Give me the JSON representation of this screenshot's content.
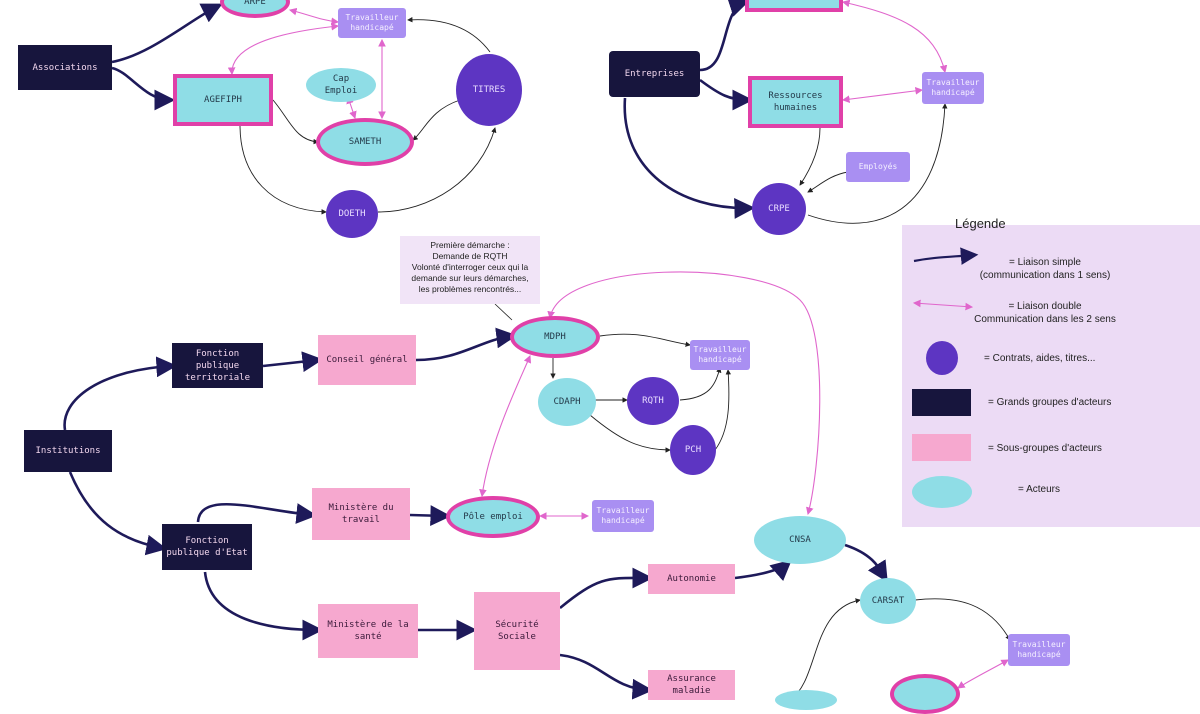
{
  "nodes": {
    "associations": "Associations",
    "agefiph": "AGEFIPH",
    "arpe": "ARPE",
    "cap_emploi": "Cap\nEmploi",
    "sameth": "SAMETH",
    "titres": "TITRES",
    "doeth": "DOETH",
    "tw_assoc": "Travailleur\nhandicapé",
    "entreprises": "Entreprises",
    "rh": "Ressources\nhumaines",
    "tw_entreprise": "Travailleur\nhandicapé",
    "employes": "Employés",
    "crpe": "CRPE",
    "institutions": "Institutions",
    "fpt": "Fonction\npublique\nterritoriale",
    "fpe": "Fonction\npublique d'Etat",
    "conseil_general": "Conseil général",
    "ministere_travail": "Ministère du\ntravail",
    "ministere_sante": "Ministère de la\nsanté",
    "mdph": "MDPH",
    "cdaph": "CDAPH",
    "rqth": "RQTH",
    "pch": "PCH",
    "tw_mdph": "Travailleur\nhandicapé",
    "pole_emploi": "Pôle emploi",
    "tw_pole": "Travailleur\nhandicapé",
    "securite_sociale": "Sécurité\nSociale",
    "autonomie": "Autonomie",
    "assurance_maladie": "Assurance\nmaladie",
    "cnsa": "CNSA",
    "carsat": "CARSAT",
    "tw_carsat": "Travailleur\nhandicapé"
  },
  "note": "Première démarche :\nDemande de RQTH\nVolonté d'interroger ceux qui la\ndemande sur leurs démarches,\nles problèmes rencontrés...",
  "legend": {
    "title": "Légende",
    "simple": "= Liaison simple\n(communication dans 1 sens)",
    "double": "= Liaison double\nCommunication dans les 2 sens",
    "contrats": "= Contrats, aides, titres...",
    "grands": "= Grands groupes d'acteurs",
    "sous": "= Sous-groupes d'acteurs",
    "acteurs": "= Acteurs"
  },
  "colors": {
    "group": "#17153d",
    "sub_group": "#f6a8cf",
    "actor": "#8fdde6",
    "aid": "#5d35c2",
    "worker": "#a98ff2",
    "simple_link": "#1e1a5a",
    "double_link": "#e066cc",
    "legend_bg": "#ecdbf5"
  }
}
